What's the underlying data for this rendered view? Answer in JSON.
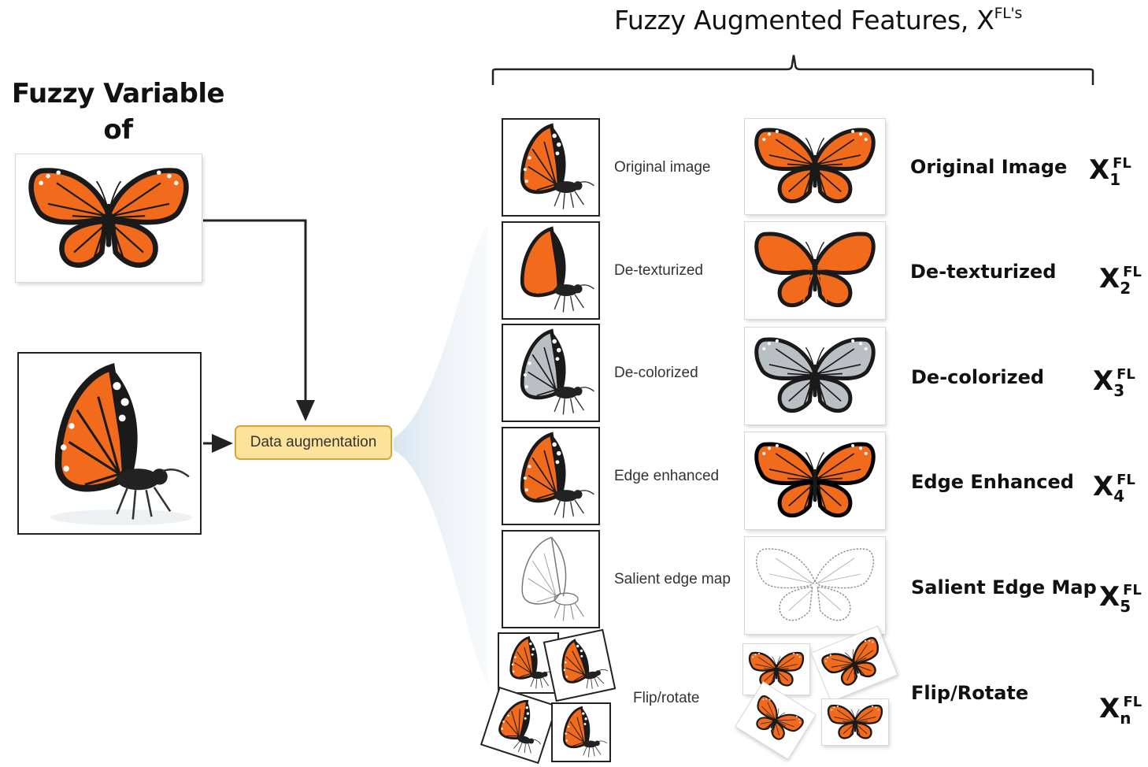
{
  "left": {
    "title_line1": "Fuzzy Variable of",
    "title_line2": "Butterfly  X",
    "augmentation_label": "Data augmentation"
  },
  "header": {
    "title": "Fuzzy Augmented Features, X",
    "title_sup": "FL's"
  },
  "rows": [
    {
      "small_label": "Original image",
      "big_label": "Original Image",
      "symbol": "X",
      "sub": "1",
      "sup": "FL"
    },
    {
      "small_label": "De-texturized",
      "big_label": "De-texturized",
      "symbol": "X",
      "sub": "2",
      "sup": "FL"
    },
    {
      "small_label": "De-colorized",
      "big_label": "De-colorized",
      "symbol": "X",
      "sub": "3",
      "sup": "FL"
    },
    {
      "small_label": "Edge enhanced",
      "big_label": "Edge Enhanced",
      "symbol": "X",
      "sub": "4",
      "sup": "FL"
    },
    {
      "small_label": "Salient edge map",
      "big_label": "Salient Edge Map",
      "symbol": "X",
      "sub": "5",
      "sup": "FL"
    },
    {
      "small_label": "Flip/rotate",
      "big_label": "Flip/Rotate",
      "symbol": "X",
      "sub": "n",
      "sup": "FL"
    }
  ],
  "colors": {
    "orange": "#f26a1b",
    "black": "#1a1a1a",
    "gray_wing": "#b9c0c4",
    "highlight": "#fde39a",
    "highlight_border": "#d8a43b",
    "funnel": "#c9dbe9"
  }
}
